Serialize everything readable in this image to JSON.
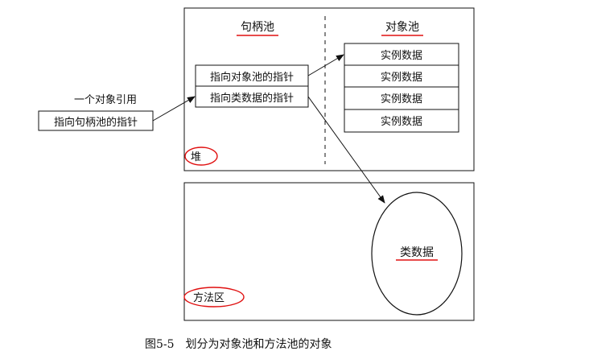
{
  "heap": {
    "label": "堆",
    "handle_pool_title": "句柄池",
    "object_pool_title": "对象池",
    "handle_rows": [
      "指向对象池的指针",
      "指向类数据的指针"
    ],
    "instance_rows": [
      "实例数据",
      "实例数据",
      "实例数据",
      "实例数据"
    ]
  },
  "reference": {
    "label": "一个对象引用",
    "value": "指向句柄池的指针"
  },
  "method_area": {
    "label": "方法区",
    "class_data": "类数据"
  },
  "caption": "图5-5　划分为对象池和方法池的对象",
  "colors": {
    "line": "#111111",
    "highlight": "#e01010",
    "background": "#ffffff"
  }
}
